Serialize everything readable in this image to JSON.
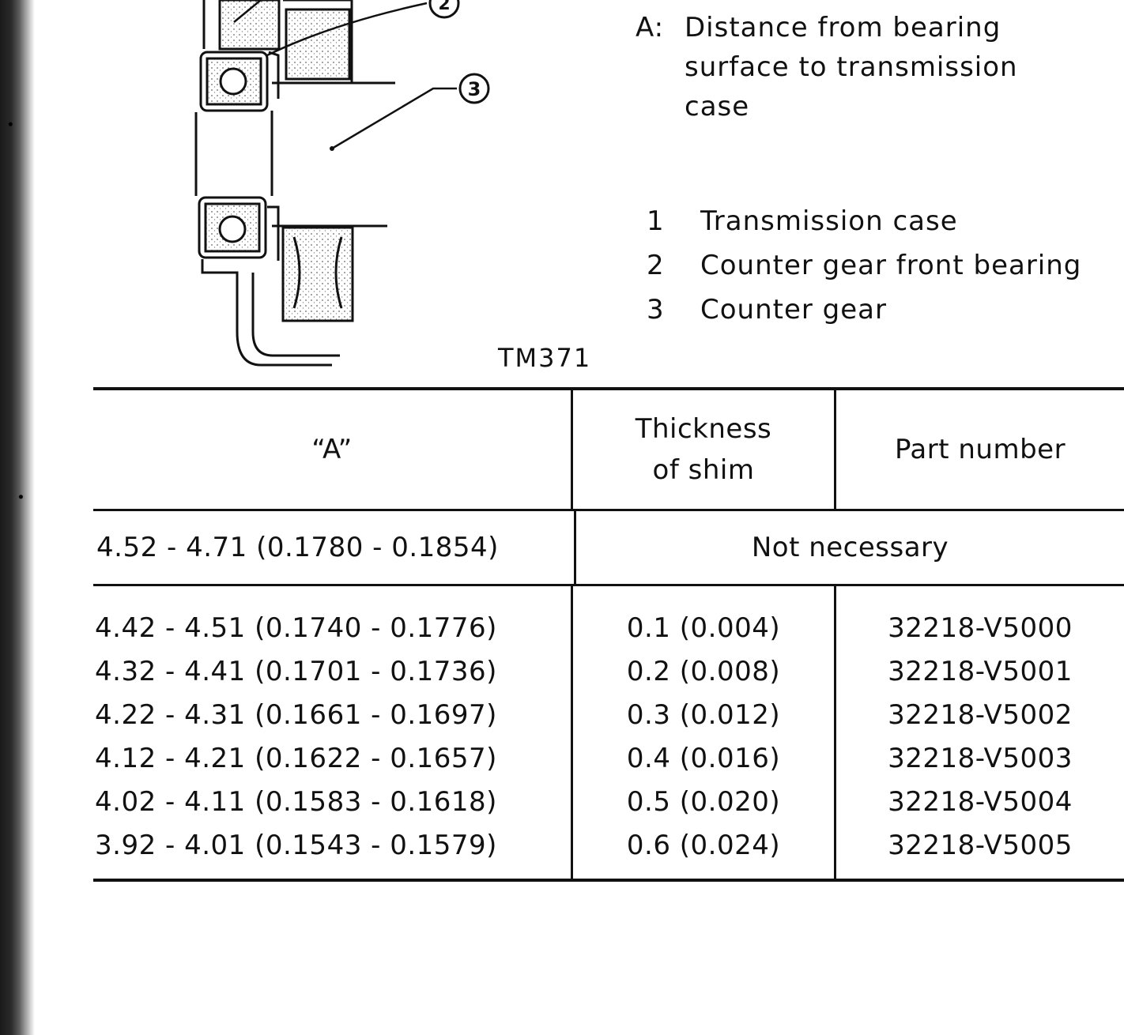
{
  "figure": {
    "callouts": [
      "2",
      "3"
    ],
    "code": "TM371"
  },
  "legend": {
    "a_key": "A:",
    "a_text": "Distance from bearing surface to transmission case",
    "parts": [
      {
        "num": "1",
        "label": "Transmission case"
      },
      {
        "num": "2",
        "label": "Counter gear front bearing"
      },
      {
        "num": "3",
        "label": "Counter gear"
      }
    ]
  },
  "table": {
    "headers": [
      "“A”",
      "Thickness of shim",
      "Part number"
    ],
    "not_necessary_range": "4.52 - 4.71 (0.1780 - 0.1854)",
    "not_necessary_text": "Not necessary",
    "rows": [
      {
        "a": "4.42 - 4.51 (0.1740 - 0.1776)",
        "thickness": "0.1 (0.004)",
        "part": "32218-V5000"
      },
      {
        "a": "4.32 - 4.41 (0.1701 - 0.1736)",
        "thickness": "0.2 (0.008)",
        "part": "32218-V5001"
      },
      {
        "a": "4.22 - 4.31 (0.1661 - 0.1697)",
        "thickness": "0.3 (0.012)",
        "part": "32218-V5002"
      },
      {
        "a": "4.12 - 4.21 (0.1622 - 0.1657)",
        "thickness": "0.4 (0.016)",
        "part": "32218-V5003"
      },
      {
        "a": "4.02 - 4.11 (0.1583 - 0.1618)",
        "thickness": "0.5 (0.020)",
        "part": "32218-V5004"
      },
      {
        "a": "3.92 - 4.01 (0.1543 - 0.1579)",
        "thickness": "0.6 (0.024)",
        "part": "32218-V5005"
      }
    ]
  }
}
